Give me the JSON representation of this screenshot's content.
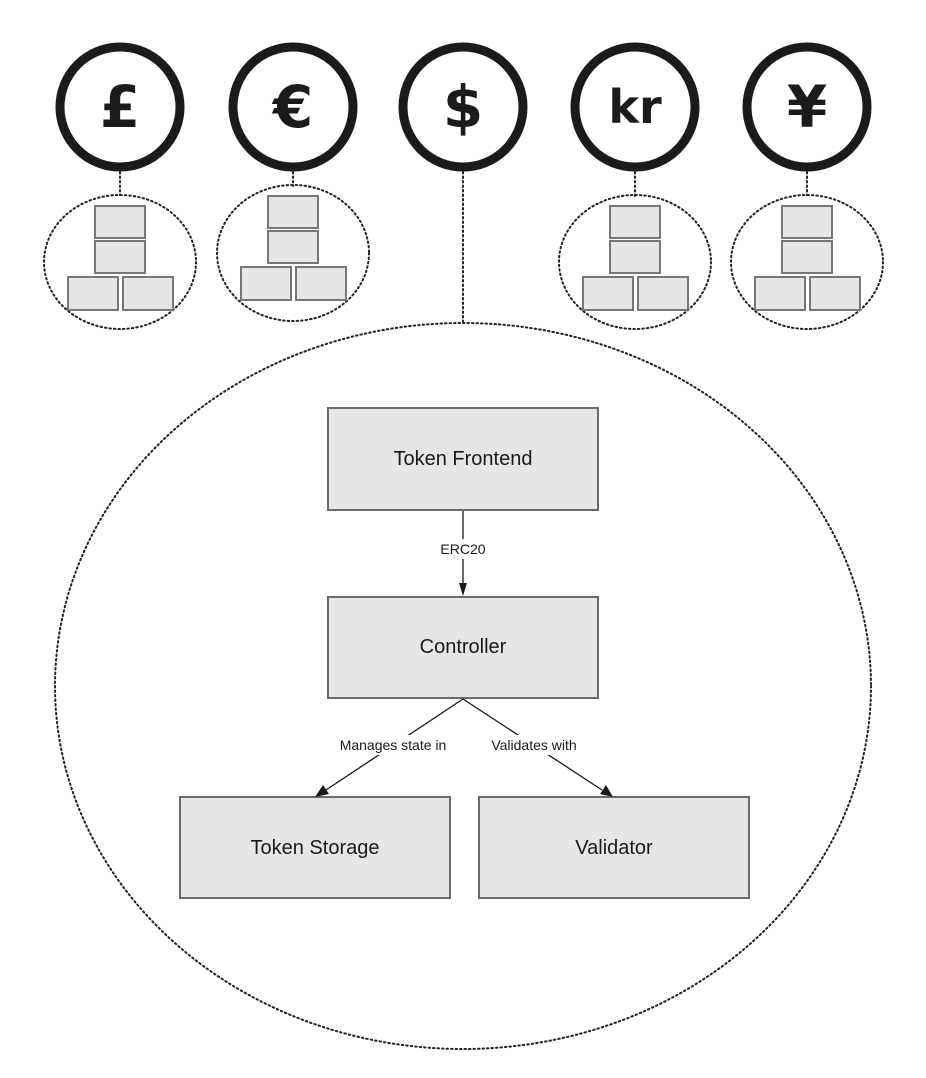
{
  "currencies": [
    {
      "id": "gbp",
      "symbol": "£",
      "has_stack": true
    },
    {
      "id": "eur",
      "symbol": "€",
      "has_stack": true
    },
    {
      "id": "usd",
      "symbol": "$",
      "has_stack": false
    },
    {
      "id": "sek",
      "symbol": "kr",
      "has_stack": true
    },
    {
      "id": "jpy",
      "symbol": "¥",
      "has_stack": true
    }
  ],
  "nodes": {
    "frontend": {
      "label": "Token Frontend"
    },
    "controller": {
      "label": "Controller"
    },
    "storage": {
      "label": "Token Storage"
    },
    "validator": {
      "label": "Validator"
    }
  },
  "edges": {
    "frontend_controller": {
      "label": "ERC20"
    },
    "controller_storage": {
      "label": "Manages state in"
    },
    "controller_validator": {
      "label": "Validates with"
    }
  }
}
